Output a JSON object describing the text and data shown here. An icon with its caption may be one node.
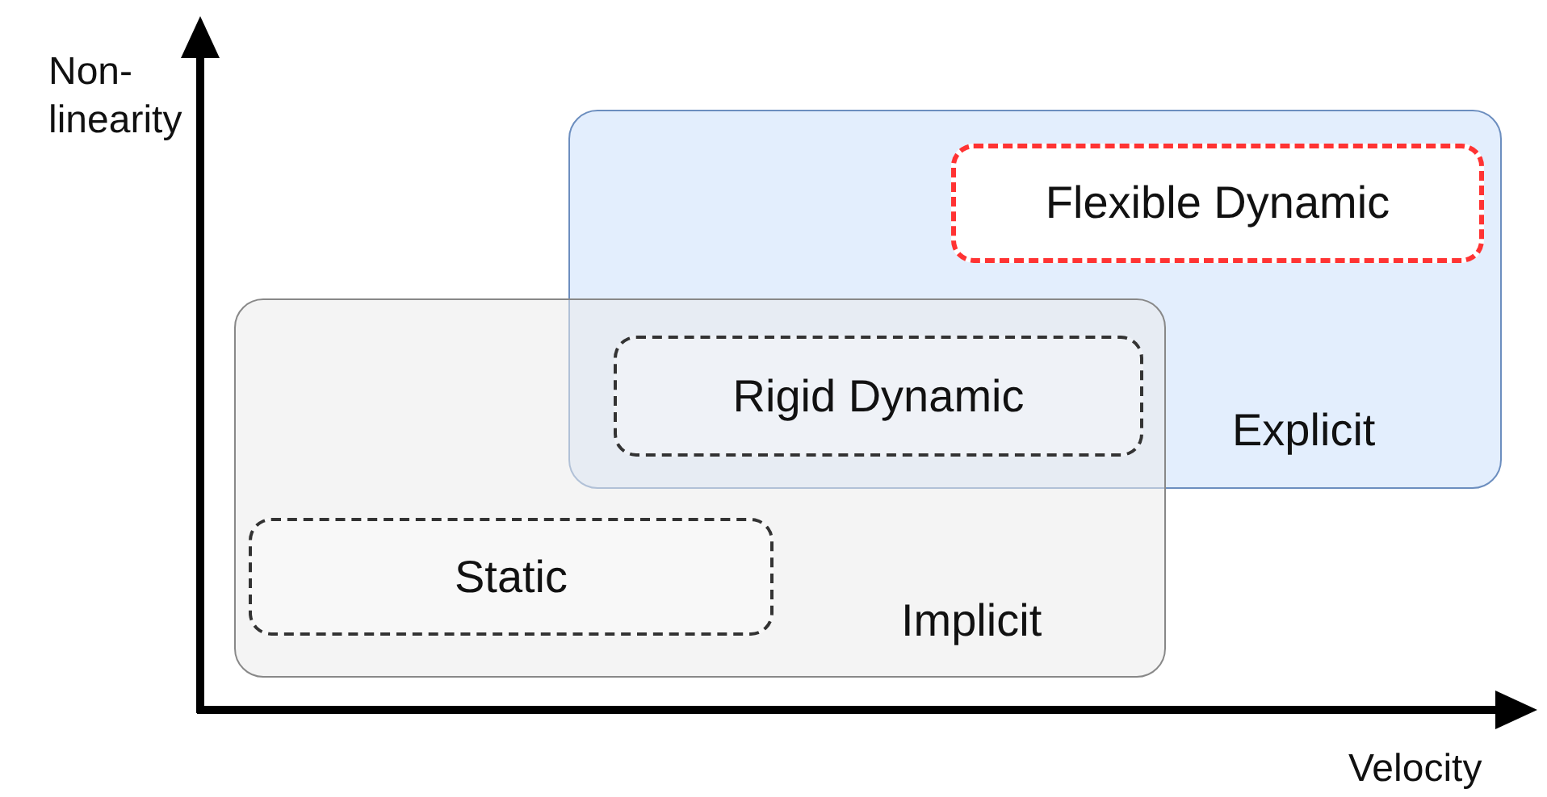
{
  "diagram": {
    "nodes": [
      {
        "text": [
          "Explicit"
        ]
      },
      {
        "text": [
          "Flexible Dynamic"
        ],
        "in": 0
      },
      {
        "text": [
          "Implicit"
        ]
      },
      {
        "text": [
          "Rigid Dynamic"
        ]
      },
      {
        "text": [
          "Static"
        ],
        "in": 2
      }
    ],
    "labels": [
      "Non-linearity",
      "Velocity"
    ]
  }
}
